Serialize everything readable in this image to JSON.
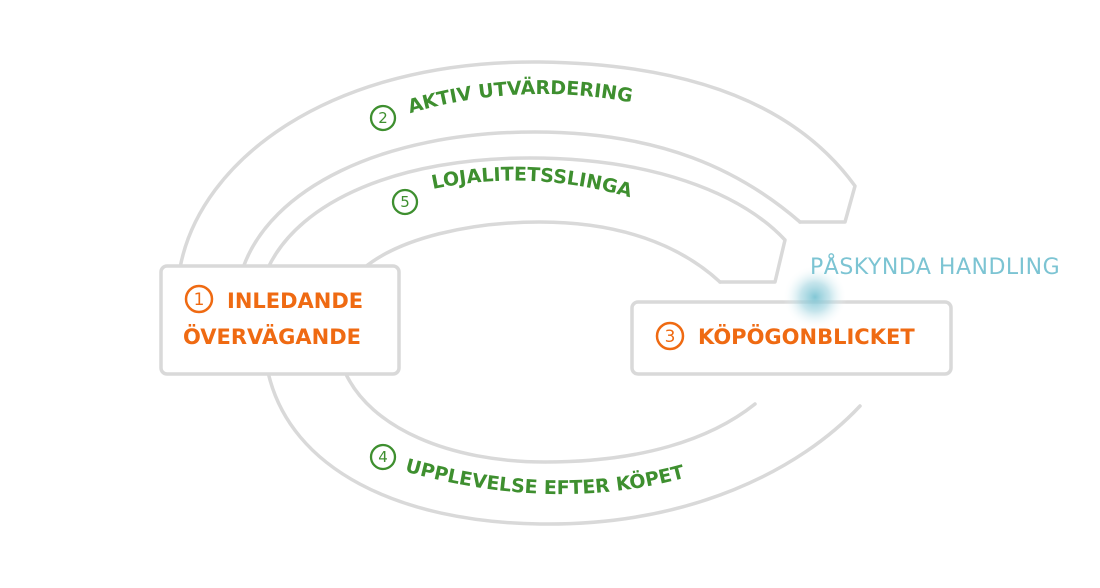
{
  "stages": {
    "initial": {
      "number": "1",
      "line1": "INLEDANDE",
      "line2": "ÖVERVÄGANDE"
    },
    "purchase": {
      "number": "3",
      "label": "KÖPÖGONBLICKET"
    }
  },
  "loops": {
    "active_evaluation": {
      "number": "2",
      "label": "AKTIV UTVÄRDERING"
    },
    "loyalty_loop": {
      "number": "5",
      "label": "LOJALITETSSLINGA"
    },
    "post_purchase": {
      "number": "4",
      "label": "UPPLEVELSE EFTER KÖPET"
    }
  },
  "accelerator": {
    "label": "PÅSKYNDA HANDLING"
  },
  "colors": {
    "stage": "#ef6a12",
    "loop": "#3e8f2f",
    "accelerator": "#7cc4d3",
    "outline": "#d9d9d9"
  }
}
